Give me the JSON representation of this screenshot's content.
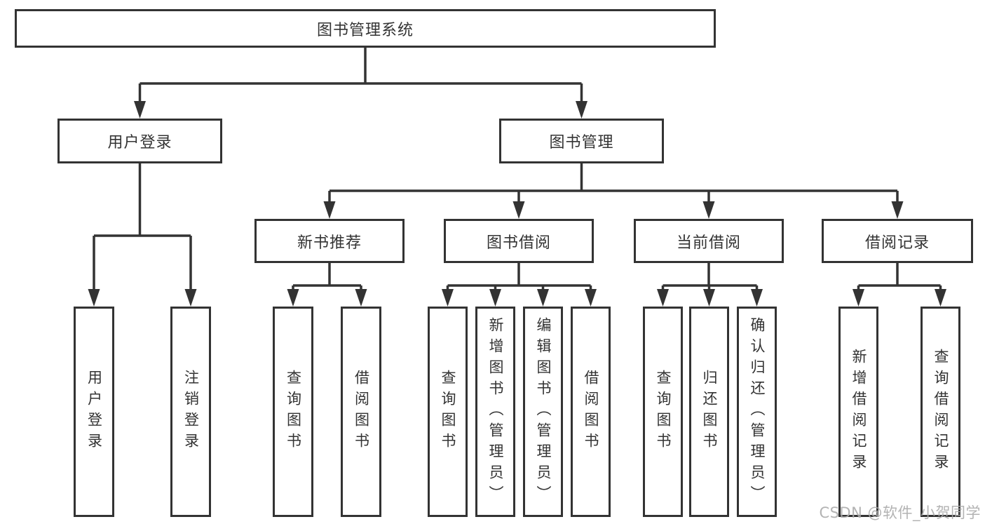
{
  "nodes": {
    "root": "图书管理系统",
    "login": "用户登录",
    "mgmt": "图书管理",
    "recommend": "新书推荐",
    "borrow": "图书借阅",
    "current": "当前借阅",
    "records": "借阅记录"
  },
  "leaves": {
    "login": [
      "用户登录",
      "注销登录"
    ],
    "recommend": [
      "查询图书",
      "借阅图书"
    ],
    "borrow": [
      "查询图书",
      "新增图书（管理员）",
      "编辑图书（管理员）",
      "借阅图书"
    ],
    "current": [
      "查询图书",
      "归还图书",
      "确认归还（管理员）"
    ],
    "records": [
      "新增借阅记录",
      "查询借阅记录"
    ]
  },
  "watermark": "CSDN @软件_小贺同学",
  "colors": {
    "line": "#333333",
    "box_border": "#333333",
    "text": "#333333",
    "watermark": "#ababab",
    "background": "#ffffff"
  }
}
